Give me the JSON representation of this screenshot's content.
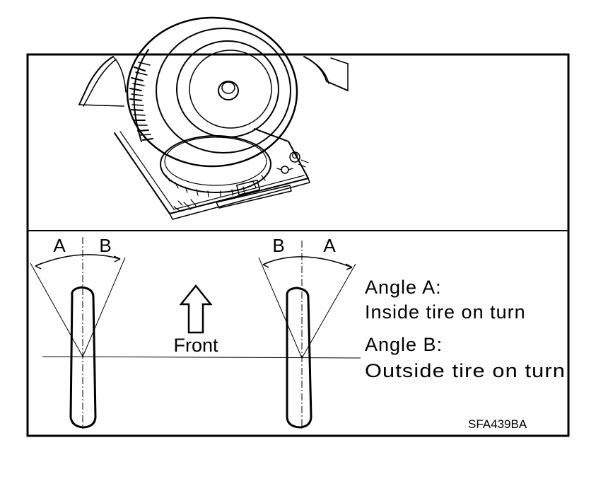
{
  "labels": {
    "left_a": "A",
    "left_b": "B",
    "right_b": "B",
    "right_a": "A",
    "front": "Front",
    "angle_a_title": "Angle A:",
    "angle_a_desc": "Inside tire on turn",
    "angle_b_title": "Angle B:",
    "angle_b_desc": "Outside tire on turn",
    "figure_code": "SFA439BA"
  },
  "colors": {
    "ink": "#000000",
    "paper": "#ffffff"
  },
  "icons": {
    "front_arrow": "up-arrow-outline",
    "turntable": "wheel-on-turning-radius-gauge-illustration"
  }
}
